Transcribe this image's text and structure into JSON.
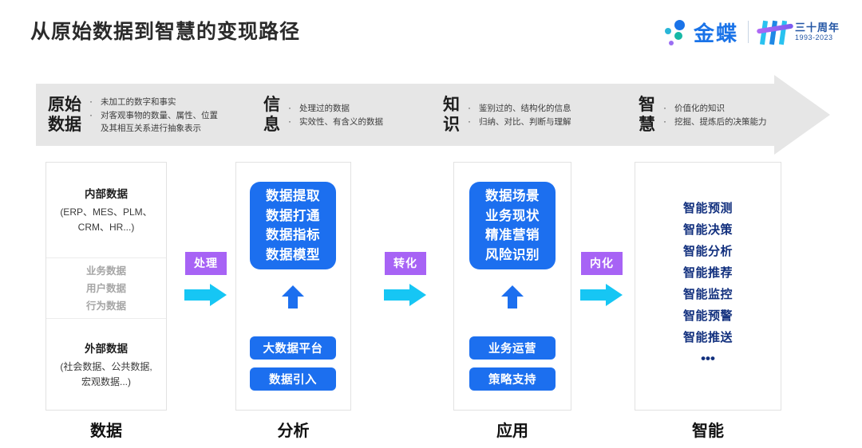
{
  "header": {
    "title": "从原始数据到智慧的变现路径",
    "brand": {
      "name": "金蝶",
      "anniversary_cn": "三十周年",
      "anniversary_years": "1993-2023"
    }
  },
  "banner": {
    "stages": [
      {
        "name": "原始\n数据",
        "bullets": [
          "未加工的数字和事实",
          "对客观事物的数量、属性、位置及其相互关系进行抽象表示"
        ]
      },
      {
        "name": "信\n息",
        "bullets": [
          "处理过的数据",
          "实效性、有含义的数据"
        ]
      },
      {
        "name": "知\n识",
        "bullets": [
          "鉴别过的、结构化的信息",
          "归纳、对比、判断与理解"
        ]
      },
      {
        "name": "智\n慧",
        "bullets": [
          "价值化的知识",
          "挖掘、提炼后的决策能力"
        ]
      }
    ]
  },
  "columns": [
    {
      "label": "数据",
      "internal": {
        "title": "内部数据",
        "sub": "(ERP、MES、PLM、\nCRM、HR...)"
      },
      "middle": [
        "业务数据",
        "用户数据",
        "行为数据"
      ],
      "external": {
        "title": "外部数据",
        "sub": "(社会数据、公共数据,\n宏观数据...)"
      }
    },
    {
      "label": "分析",
      "main_box": "数据提取\n数据打通\n数据指标\n数据模型",
      "pills": [
        "大数据平台",
        "数据引入"
      ]
    },
    {
      "label": "应用",
      "main_box": "数据场景\n业务现状\n精准营销\n风险识别",
      "pills": [
        "业务运营",
        "策略支持"
      ]
    },
    {
      "label": "智能",
      "items": [
        "智能预测",
        "智能决策",
        "智能分析",
        "智能推荐",
        "智能监控",
        "智能预警",
        "智能推送"
      ],
      "more": "•••"
    }
  ],
  "connectors": [
    {
      "label": "处理"
    },
    {
      "label": "转化"
    },
    {
      "label": "内化"
    }
  ],
  "colors": {
    "accent_blue": "#1c6fef",
    "arrow_cyan": "#16c6f4",
    "badge_purple": "#a763f5",
    "banner_gray": "#e6e6e6",
    "deep_navy": "#12307e"
  }
}
